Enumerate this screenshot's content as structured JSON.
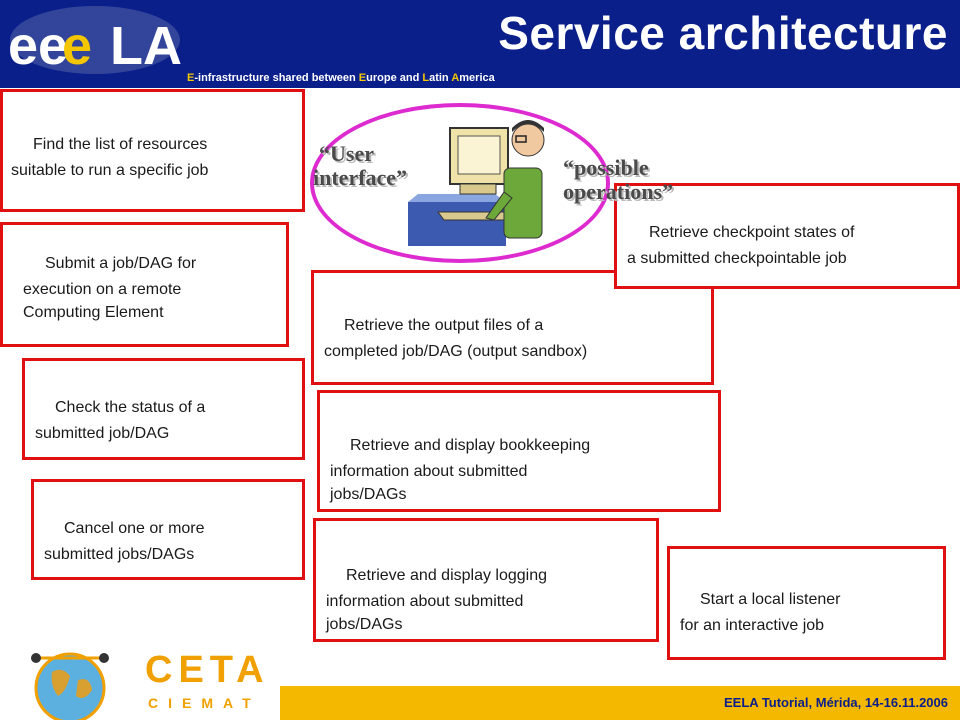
{
  "header": {
    "title": "Service architecture",
    "subtitle_parts": [
      "E",
      "-infrastructure shared between ",
      "E",
      "urope and ",
      "L",
      "atin ",
      "A",
      "merica"
    ],
    "logo_text": "eeLA"
  },
  "labels": {
    "user_interface_line1": "“User",
    "user_interface_line2": "interface”",
    "possible_line1": "“possible",
    "possible_line2": "operations”"
  },
  "boxes": {
    "find": [
      "Find the list of resources",
      "suitable to run a specific job"
    ],
    "submit": [
      "Submit a job/DAG for",
      "execution on a remote",
      "Computing Element"
    ],
    "check": [
      "Check the status of a",
      "submitted job/DAG"
    ],
    "cancel": [
      "Cancel one or more",
      "submitted jobs/DAGs"
    ],
    "output": [
      "Retrieve the output files of a",
      "completed job/DAG (output sandbox)"
    ],
    "bookkeeping": [
      "Retrieve and display bookkeeping",
      "information about submitted",
      "jobs/DAGs"
    ],
    "logging": [
      "Retrieve and display logging",
      "information about submitted",
      "jobs/DAGs"
    ],
    "checkpoint": [
      "Retrieve checkpoint states of",
      "a submitted checkpointable job"
    ],
    "listener": [
      "Start a local listener",
      "for an interactive job"
    ]
  },
  "footer": {
    "text": "EELA Tutorial, Mérida, 14-16.11.2006",
    "ceta_logo_top": "CETA",
    "ceta_logo_bottom": "CIEMAT"
  },
  "colors": {
    "header_bg": "#0a1f8a",
    "box_border": "#e01010",
    "ellipse": "#dd2bd0",
    "footer_bg": "#f5b800"
  }
}
